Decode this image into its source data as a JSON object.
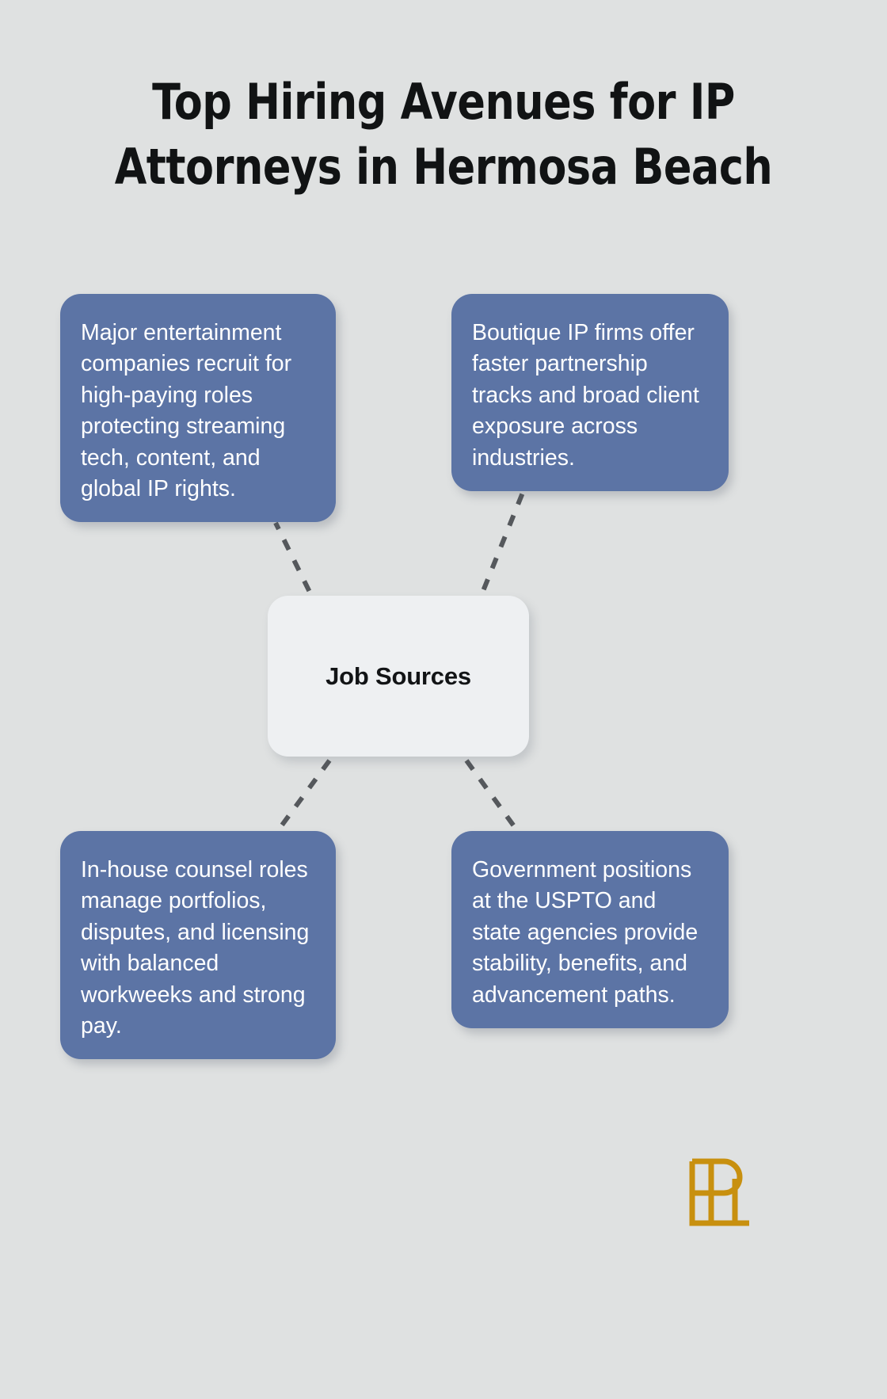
{
  "page": {
    "background_color": "#dfe1e1",
    "title": "Top Hiring Avenues for IP Attorneys in Hermosa Beach"
  },
  "center": {
    "label": "Job Sources",
    "background_color": "#eef0f2",
    "text_color": "#121416"
  },
  "branches": [
    {
      "id": "top-left",
      "text": "Major entertainment companies recruit for high-paying roles protecting streaming tech, content, and global IP rights.",
      "background_color": "#5c74a5",
      "text_color": "#ffffff"
    },
    {
      "id": "top-right",
      "text": "Boutique IP firms offer faster partnership tracks and broad client exposure across industries.",
      "background_color": "#5c74a5",
      "text_color": "#ffffff"
    },
    {
      "id": "bottom-left",
      "text": "In-house counsel roles manage portfolios, disputes, and licensing with balanced workweeks and strong pay.",
      "background_color": "#5c74a5",
      "text_color": "#ffffff"
    },
    {
      "id": "bottom-right",
      "text": "Government positions at the USPTO and state agencies provide stability, benefits, and advancement paths.",
      "background_color": "#5c74a5",
      "text_color": "#ffffff"
    }
  ],
  "connectors": {
    "style": "dashed",
    "color": "#55585c",
    "count": 4
  },
  "logo": {
    "name": "lp-monogram-logo",
    "color": "#c8900f"
  }
}
